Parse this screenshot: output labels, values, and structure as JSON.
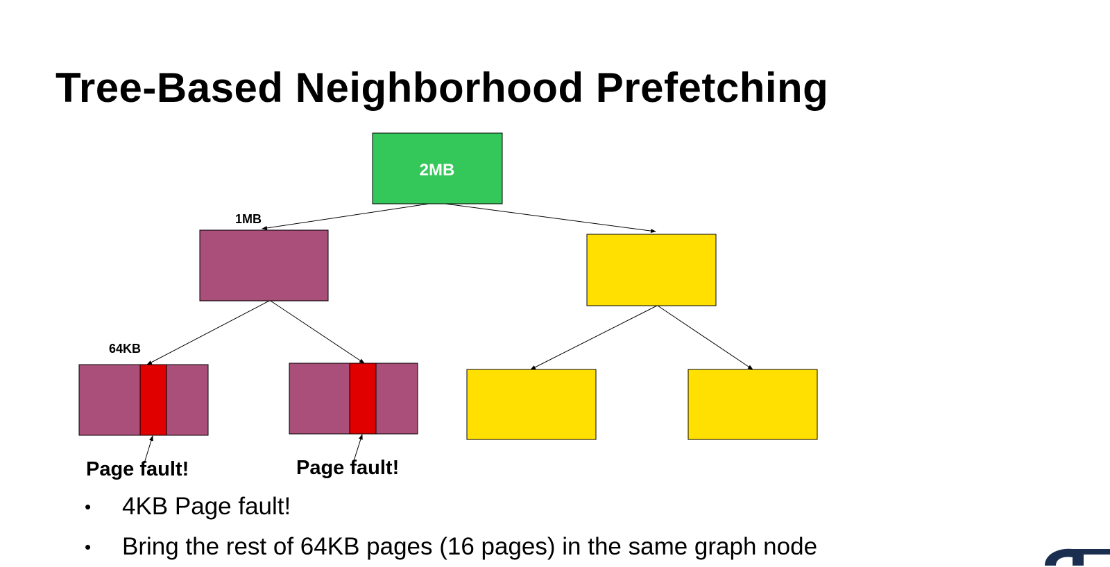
{
  "slide": {
    "title": "Tree-Based Neighborhood Prefetching"
  },
  "diagram": {
    "root": {
      "label": "2MB",
      "color": "#34c759"
    },
    "level1_size_label": "1MB",
    "level2_size_label": "64KB",
    "fault_label_left": "Page fault!",
    "fault_label_right": "Page fault!",
    "colors": {
      "purple": "#a94f79",
      "yellow": "#ffe000",
      "red": "#e00000"
    }
  },
  "bullets": [
    {
      "text": "4KB Page fault!"
    },
    {
      "text": "Bring the rest of 64KB pages (16 pages) in the same graph node"
    }
  ],
  "logo": {
    "icon": "georgia-tech-logo-icon",
    "color": "#1a2f4f"
  }
}
